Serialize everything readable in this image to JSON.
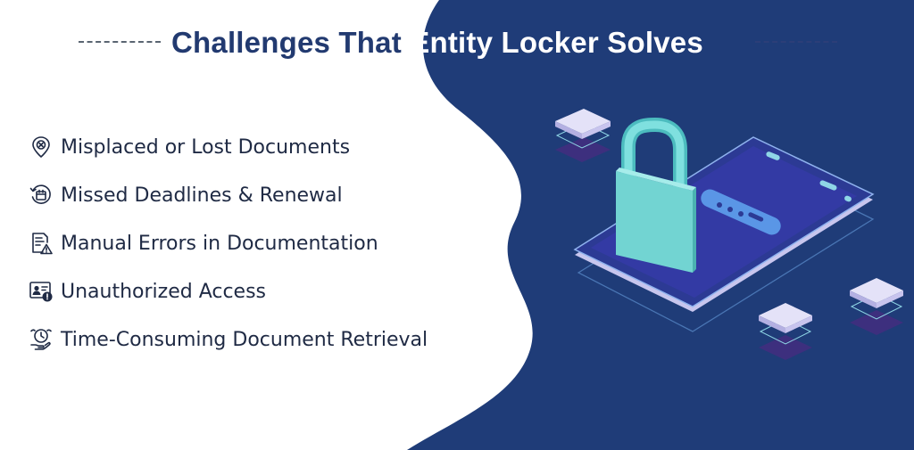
{
  "header": {
    "title_part1": "Challenges That ",
    "title_part2": "Entity Locker Solves"
  },
  "challenges": [
    {
      "label": "Misplaced or Lost Documents",
      "icon": "location-pin-x-icon"
    },
    {
      "label": "Missed Deadlines & Renewal",
      "icon": "clock-calendar-icon"
    },
    {
      "label": "Manual Errors in Documentation",
      "icon": "document-warning-icon"
    },
    {
      "label": "Unauthorized Access",
      "icon": "id-card-alert-icon"
    },
    {
      "label": "Time-Consuming Document Retrieval",
      "icon": "clock-hand-icon"
    }
  ],
  "colors": {
    "background": "#ffffff",
    "navy": "#1f3c78",
    "title": "#223a70",
    "text": "#1f2a44",
    "lock": "#6fd4d4",
    "tile": "#d9d7f4",
    "tile_shadow": "#3d2f7e"
  }
}
